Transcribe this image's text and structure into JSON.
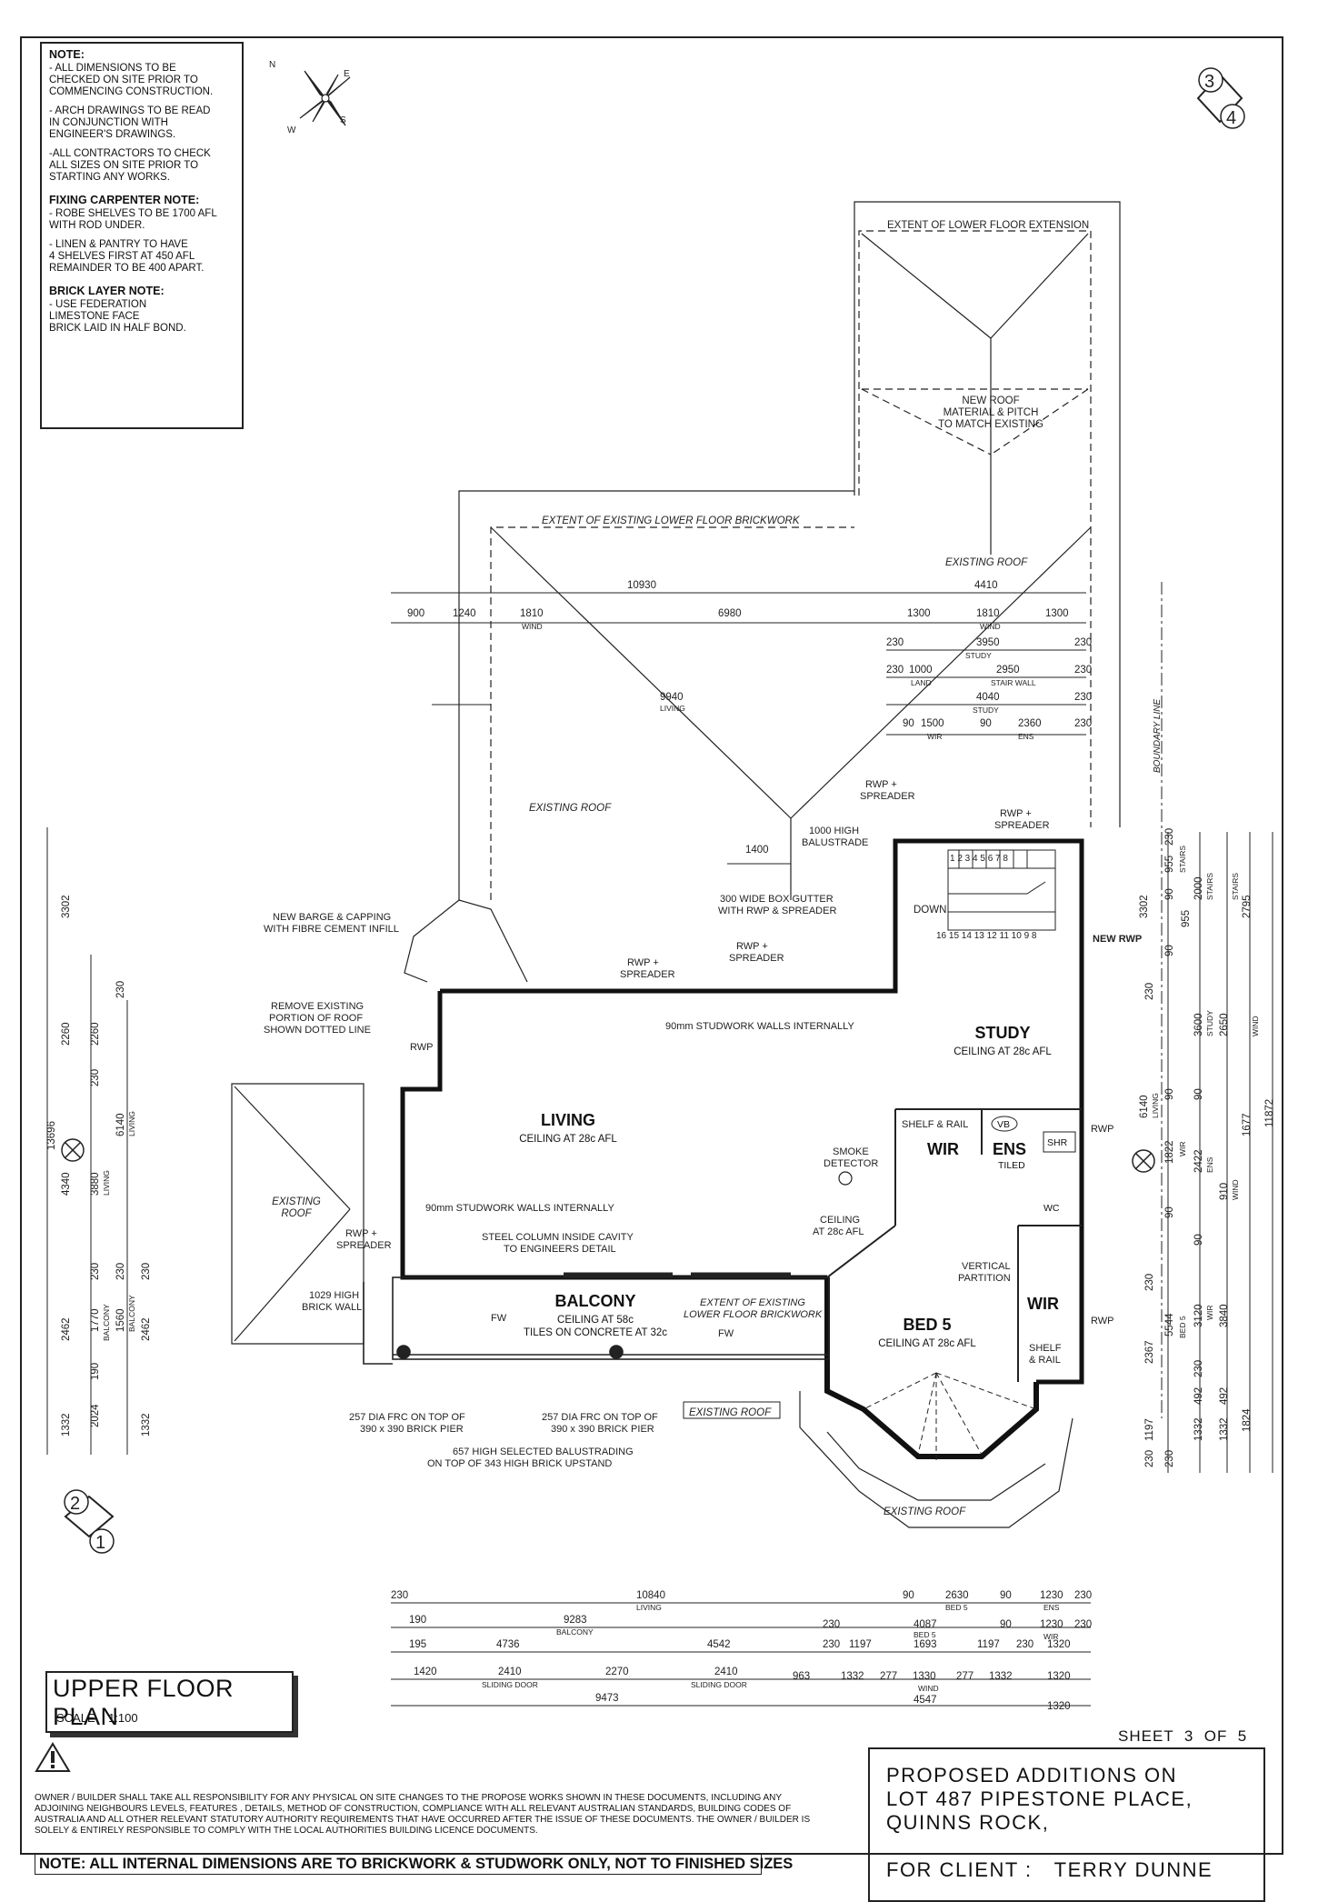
{
  "notes": {
    "heading": "NOTE:",
    "items": [
      "- ALL DIMENSIONS TO BE\nCHECKED ON SITE PRIOR TO\nCOMMENCING CONSTRUCTION.",
      "- ARCH DRAWINGS TO BE READ\nIN CONJUNCTION WITH\nENGINEER'S DRAWINGS.",
      "-ALL CONTRACTORS TO CHECK\nALL SIZES ON SITE PRIOR TO\nSTARTING ANY WORKS."
    ],
    "carpenter_heading": "FIXING CARPENTER NOTE:",
    "carpenter_items": [
      "- ROBE SHELVES TO BE 1700 AFL\nWITH ROD UNDER.",
      "- LINEN & PANTRY TO HAVE\n4 SHELVES FIRST AT 450 AFL\nREMAINDER TO BE 400 APART."
    ],
    "brick_heading": "BRICK LAYER NOTE:",
    "brick_items": [
      "- USE FEDERATION\nLIMESTONE FACE\nBRICK LAID IN HALF BOND."
    ]
  },
  "compass": {
    "n": "N",
    "e": "E",
    "s": "S",
    "w": "W"
  },
  "markers": {
    "top_upper": "3",
    "top_lower": "4",
    "left_upper": "2",
    "left_lower": "1"
  },
  "rooms": {
    "living": "LIVING",
    "living_ceiling": "CEILING AT 28c AFL",
    "study": "STUDY",
    "study_ceiling": "CEILING AT 28c AFL",
    "balcony": "BALCONY",
    "balcony_ceiling": "CEILING AT 58c",
    "balcony_tiles": "TILES ON CONCRETE AT 32c",
    "bed5": "BED 5",
    "bed5_ceiling": "CEILING AT 28c AFL",
    "wir": "WIR",
    "wir2": "WIR",
    "ens": "ENS",
    "ens_tiled": "TILED",
    "vb": "VB",
    "shr": "SHR",
    "wc": "WC"
  },
  "labels": {
    "extent_lower_ext": "EXTENT OF LOWER FLOOR EXTENSION",
    "new_roof": "NEW ROOF\nMATERIAL & PITCH\nTO MATCH EXISTING",
    "existing_roof": "EXISTING ROOF",
    "extent_existing_brick": "EXTENT OF EXISTING LOWER FLOOR BRICKWORK",
    "boundary": "BOUNDARY LINE",
    "rwp_spreader": "RWP +\nSPREADER",
    "balustrade": "1000 HIGH\nBALUSTRADE",
    "box_gutter": "300 WIDE BOX GUTTER\nWITH RWP & SPREADER",
    "barge": "NEW BARGE & CAPPING\nWITH FIBRE CEMENT INFILL",
    "remove_roof": "REMOVE EXISTING\nPORTION OF ROOF\nSHOWN DOTTED LINE",
    "studwork": "90mm STUDWORK WALLS INTERNALLY",
    "studwork2": "90mm STUDWORK WALLS INTERNALLY",
    "steel_column": "STEEL COLUMN INSIDE CAVITY\nTO ENGINEERS DETAIL",
    "smoke": "SMOKE\nDETECTOR",
    "ceiling28": "CEILING\nAT 28c AFL",
    "vertical_partition": "VERTICAL\nPARTITION",
    "shelf_rail": "SHELF & RAIL",
    "shelf_rail2": "SHELF\n& RAIL",
    "down": "DOWN",
    "new_rwp": "NEW RWP",
    "rwp": "RWP",
    "brick_wall": "1029 HIGH\nBRICK WALL",
    "frc1": "257 DIA FRC ON TOP OF\n390 x 390 BRICK PIER",
    "frc2": "257 DIA FRC ON TOP OF\n390 x 390 BRICK PIER",
    "balustrading": "657 HIGH SELECTED BALUSTRADING\nON TOP OF 343 HIGH BRICK UPSTAND",
    "extent_existing2": "EXTENT OF EXISTING\nLOWER FLOOR BRICKWORK",
    "fw": "FW",
    "stairs_top": "1 2 3 4 5 6 7 8",
    "stairs_bottom": "16 15 14 13 12 11 10 9 8"
  },
  "dims": {
    "top": [
      "10930",
      "4410",
      "900",
      "1240",
      "1810",
      "6980",
      "1300",
      "1810",
      "1300",
      "WIND",
      "WIND",
      "230",
      "3950",
      "230",
      "STUDY",
      "230",
      "1000",
      "2950",
      "230",
      "LAND",
      "STAIR WALL",
      "4040",
      "STUDY",
      "230",
      "90",
      "1500",
      "90",
      "2360",
      "230",
      "WIR",
      "ENS",
      "9940",
      "LIVING",
      "1400"
    ],
    "bottom": [
      "230",
      "10840",
      "LIVING",
      "90",
      "2630",
      "90",
      "1230",
      "230",
      "BED 5",
      "ENS",
      "190",
      "9283",
      "230",
      "4087",
      "90",
      "1230",
      "230",
      "BALCONY",
      "WIR",
      "195",
      "4736",
      "4542",
      "230",
      "1197",
      "1693",
      "1197",
      "230",
      "1320",
      "BED 5",
      "1420",
      "2270",
      "2410",
      "963",
      "1332",
      "277",
      "1330",
      "277",
      "1332",
      "1320",
      "SLIDING DOOR",
      "SLIDING DOOR",
      "WIND",
      "9473",
      "4547",
      "1320",
      "2410"
    ],
    "left": [
      "3302",
      "2260",
      "2260",
      "230",
      "13696",
      "6140",
      "LIVING",
      "230",
      "4340",
      "3880",
      "LIVING",
      "1770",
      "1560",
      "BALCONY",
      "BALCONY",
      "230",
      "230",
      "230",
      "2462",
      "2462",
      "190",
      "2024",
      "1332",
      "1332"
    ],
    "right": [
      "3302",
      "90",
      "955",
      "230",
      "2000",
      "STAIRS",
      "STAIRS",
      "2795",
      "STAIRS",
      "955",
      "90",
      "230",
      "3600",
      "2650",
      "STUDY",
      "WIND",
      "6140",
      "LIVING",
      "90",
      "90",
      "1822",
      "WIR",
      "2422",
      "ENS",
      "1677",
      "910",
      "11872",
      "WIND",
      "90",
      "90",
      "3120",
      "3840",
      "WIR",
      "5544",
      "BED 5",
      "230",
      "2367",
      "230",
      "492",
      "1824",
      "492",
      "1197",
      "1332",
      "1332",
      "230",
      "230"
    ]
  },
  "title": {
    "main": "UPPER FLOOR PLAN",
    "scale": "SCALE    1:100"
  },
  "sheet": "SHEET  3  OF  5",
  "project": {
    "lines": "PROPOSED ADDITIONS ON\nLOT 487 PIPESTONE PLACE,\nQUINNS ROCK,",
    "client_label": "FOR CLIENT :",
    "client": "TERRY DUNNE"
  },
  "disclaimer": "OWNER / BUILDER SHALL TAKE ALL RESPONSIBILITY FOR ANY PHYSICAL ON SITE CHANGES TO THE PROPOSE WORKS SHOWN IN THESE DOCUMENTS, INCLUDING ANY ADJOINING NEIGHBOURS LEVELS, FEATURES , DETAILS, METHOD OF CONSTRUCTION, COMPLIANCE WITH ALL RELEVANT AUSTRALIAN STANDARDS, BUILDING CODES OF AUSTRALIA AND ALL OTHER RELEVANT STATUTORY AUTHORITY REQUIREMENTS THAT HAVE OCCURRED AFTER THE ISSUE OF THESE DOCUMENTS. THE OWNER / BUILDER IS SOLELY & ENTIRELY RESPONSIBLE TO COMPLY WITH THE LOCAL AUTHORITIES BUILDING LICENCE DOCUMENTS.",
  "bottom_note": "NOTE: ALL INTERNAL DIMENSIONS ARE TO BRICKWORK & STUDWORK ONLY, NOT TO FINISHED SIZES"
}
